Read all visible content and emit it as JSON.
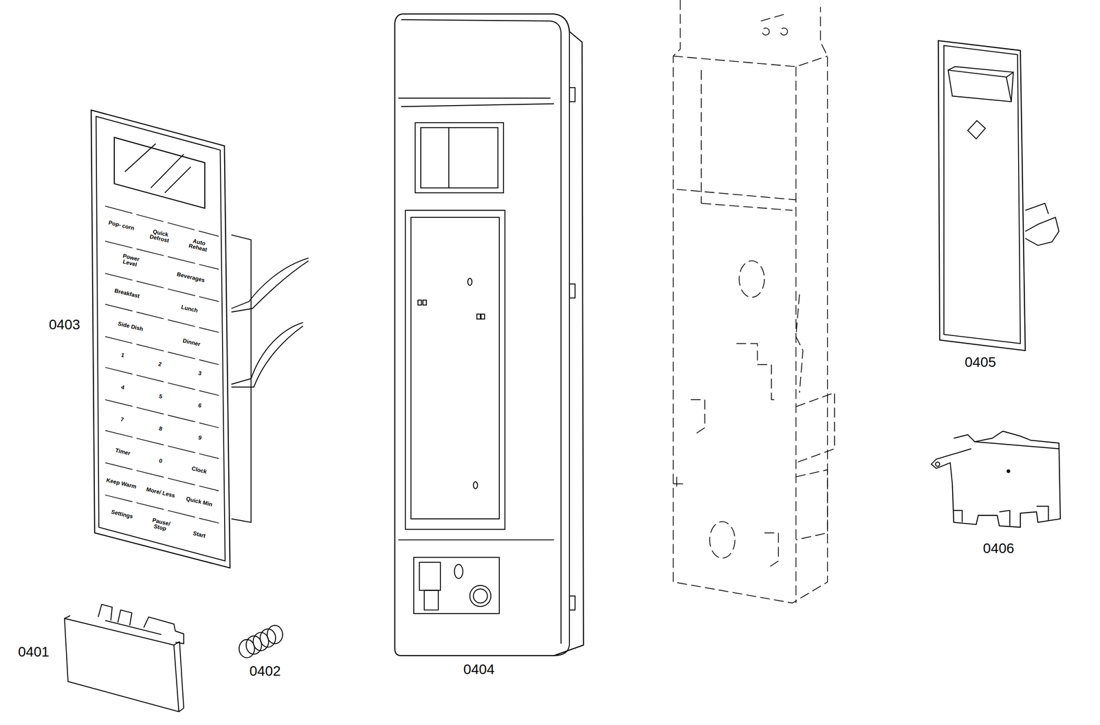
{
  "diagram": {
    "labels": [
      "Pop- corn",
      "Quick Defrost",
      "Auto Reheat",
      "Power Level",
      "Beverages",
      "Breakfast",
      "Lunch",
      "Side Dish",
      "Dinner",
      "1",
      "2",
      "3",
      "4",
      "5",
      "6",
      "7",
      "8",
      "9",
      "Timer",
      "0",
      "Clock",
      "Keep Warm",
      "More/ Less",
      "Quick Min",
      "Settings",
      "Pause/ Stop",
      "Start",
      "0403",
      "0401",
      "0402",
      "0404",
      "0405",
      "0406"
    ]
  }
}
